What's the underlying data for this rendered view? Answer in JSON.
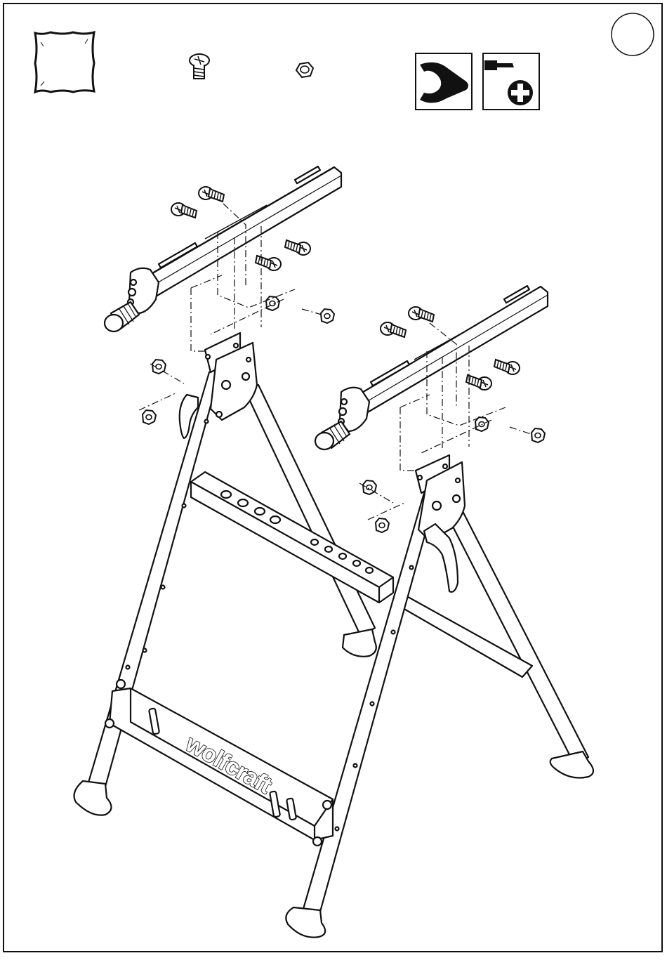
{
  "page": {
    "background": "#ffffff",
    "line_color": "#111111"
  },
  "brand": {
    "name": "wolfcraft"
  },
  "icons": {
    "bag": "parts-bag-icon",
    "screw": "screw-icon",
    "nut": "nut-icon",
    "wrench": "wrench-tool-icon",
    "screwdriver": "phillips-screwdriver-icon",
    "step_circle": "step-number-circle"
  },
  "illustration": {
    "subject": "folding-workbench-assembly",
    "parts": [
      "top-rail-left",
      "top-rail-right",
      "a-frame-leg-front",
      "a-frame-leg-back",
      "crossbar",
      "brace-plate",
      "cam-levers",
      "screws",
      "nuts",
      "feet"
    ]
  }
}
